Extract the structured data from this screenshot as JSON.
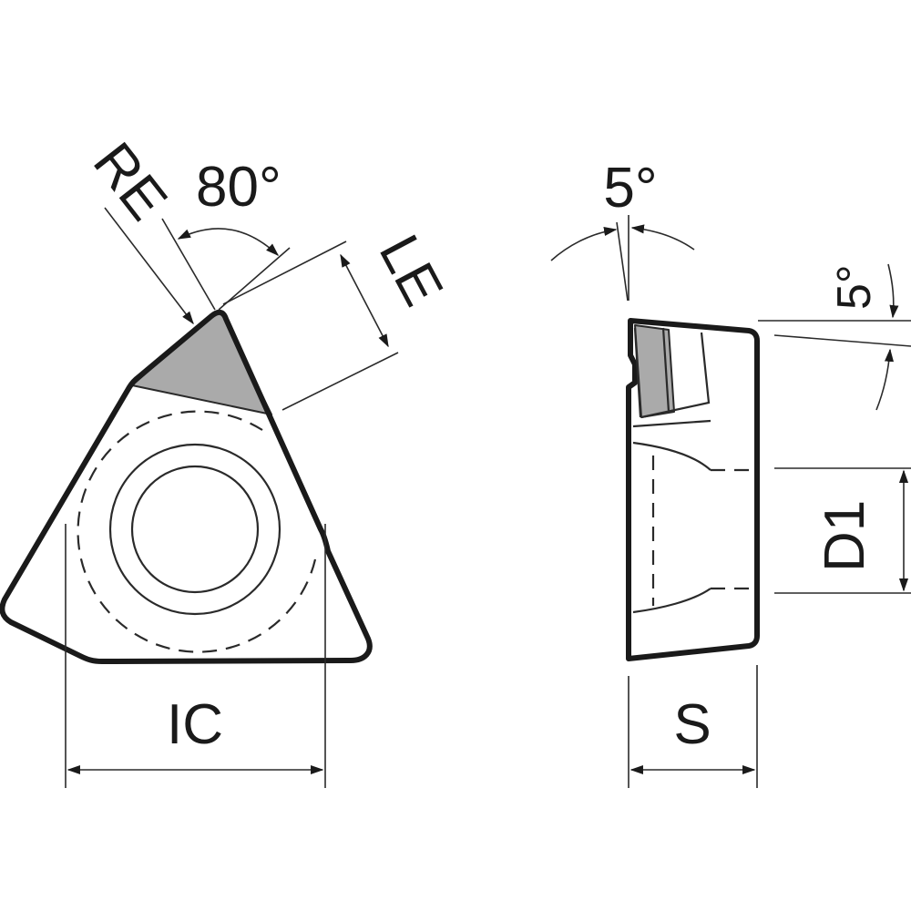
{
  "labels": {
    "re": "RE",
    "angle_80": "80°",
    "le": "LE",
    "ic": "IC",
    "angle_5_top": "5°",
    "angle_5_side": "5°",
    "d1": "D1",
    "s": "S"
  },
  "colors": {
    "line": "#1a1a1a",
    "face": "#aaaaaa",
    "background": "#ffffff"
  }
}
